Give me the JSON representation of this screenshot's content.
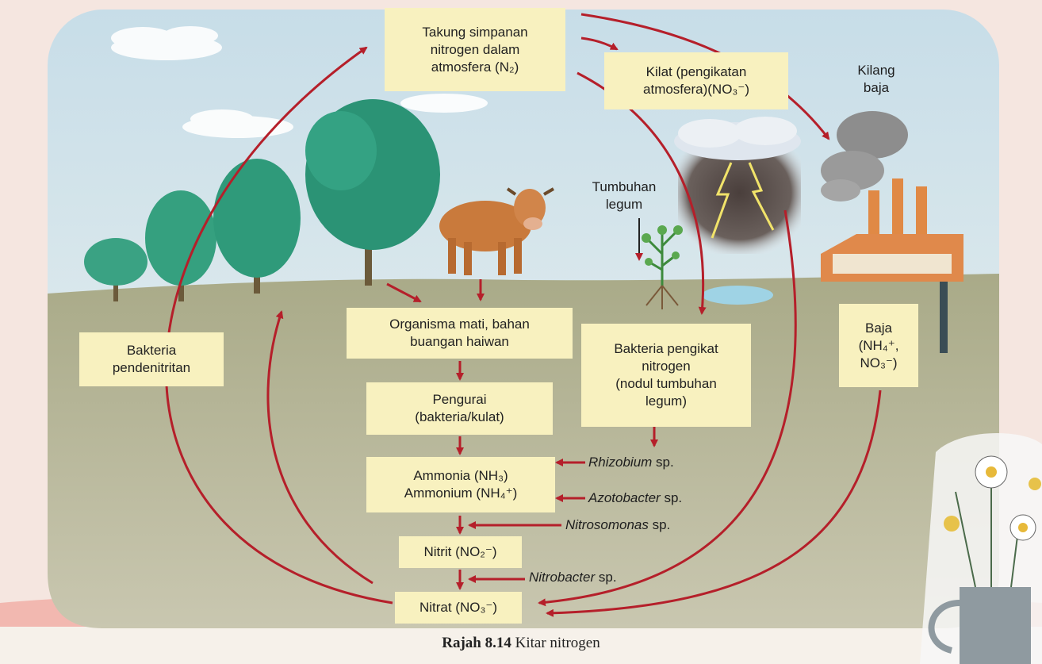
{
  "title": {
    "l1": "Takung simpanan",
    "l2": "nitrogen dalam",
    "l3": "atmosfera (N₂)"
  },
  "lightning": {
    "l1": "Kilat (pengikatan",
    "l2": "atmosfera)(NO₃⁻)"
  },
  "factory": {
    "l1": "Kilang",
    "l2": "baja"
  },
  "legume_label": {
    "l1": "Tumbuhan",
    "l2": "legum"
  },
  "denitrifying": {
    "l1": "Bakteria",
    "l2": "pendenitritan"
  },
  "dead_matter": {
    "l1": "Organisma mati, bahan",
    "l2": "buangan haiwan"
  },
  "nitrogen_fixing": {
    "l1": "Bakteria pengikat",
    "l2": "nitrogen",
    "l3": "(nodul tumbuhan",
    "l4": "legum)"
  },
  "fertilizer": {
    "l1": "Baja",
    "l2": "(NH₄⁺,",
    "l3": "NO₃⁻)"
  },
  "decomposer": {
    "l1": "Pengurai",
    "l2": "(bakteria/kulat)"
  },
  "ammonia": {
    "l1": "Ammonia (NH₃)",
    "l2": "Ammonium (NH₄⁺)"
  },
  "nitrite": {
    "l1": "Nitrit (NO₂⁻)"
  },
  "nitrate": {
    "l1": "Nitrat (NO₃⁻)"
  },
  "bacteria": {
    "rhizobium_name": "Rhizobium",
    "rhizobium_sp": " sp.",
    "azotobacter_name": "Azotobacter",
    "azotobacter_sp": " sp.",
    "nitrosomonas_name": "Nitrosomonas",
    "nitrosomonas_sp": " sp.",
    "nitrobacter_name": "Nitrobacter",
    "nitrobacter_sp": " sp."
  },
  "caption": {
    "number": "Rajah 8.14",
    "text": " Kitar nitrogen"
  },
  "colors": {
    "arrow": "#b51f2a",
    "box": "#f8f1bf",
    "soil": "#b8b79b",
    "sky": "#cfe3ec",
    "tree": "#2e9a7a"
  },
  "icons": [
    "cow-icon",
    "tree-icon",
    "cloud-icon",
    "lightning-icon",
    "factory-icon",
    "legume-plant-icon",
    "flower-vase-icon"
  ]
}
